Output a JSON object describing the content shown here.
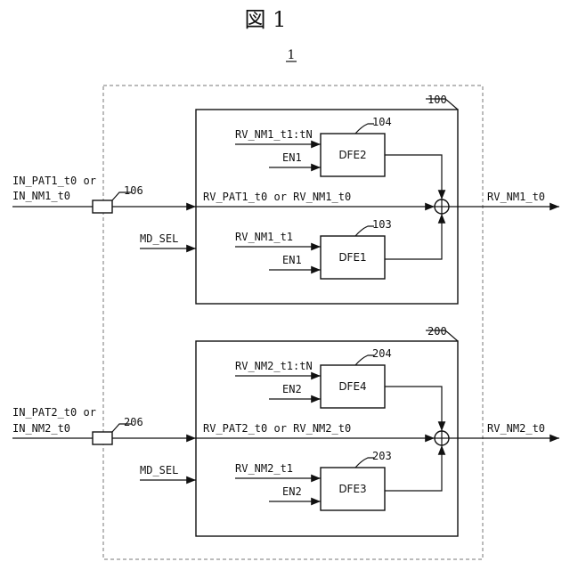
{
  "figure": {
    "title": "図 1",
    "system_ref": "1"
  },
  "left_inputs": {
    "in1_line1": "IN_PAT1_t0 or",
    "in1_line2": "IN_NM1_t0",
    "in2_line1": "IN_PAT2_t0 or",
    "in2_line2": "IN_NM2_t0"
  },
  "ports": {
    "p106": "106",
    "p206": "206"
  },
  "block_100": {
    "ref": "100",
    "md_sel": "MD_SEL",
    "main_signal": "RV_PAT1_t0 or RV_NM1_t0",
    "output": "RV_NM1_t0",
    "dfe_top": {
      "ref": "104",
      "name": "DFE2",
      "in_a": "RV_NM1_t1:tN",
      "in_b": "EN1"
    },
    "dfe_bottom": {
      "ref": "103",
      "name": "DFE1",
      "in_a": "RV_NM1_t1",
      "in_b": "EN1"
    }
  },
  "block_200": {
    "ref": "200",
    "md_sel": "MD_SEL",
    "main_signal": "RV_PAT2_t0 or RV_NM2_t0",
    "output": "RV_NM2_t0",
    "dfe_top": {
      "ref": "204",
      "name": "DFE4",
      "in_a": "RV_NM2_t1:tN",
      "in_b": "EN2"
    },
    "dfe_bottom": {
      "ref": "203",
      "name": "DFE3",
      "in_a": "RV_NM2_t1",
      "in_b": "EN2"
    }
  }
}
